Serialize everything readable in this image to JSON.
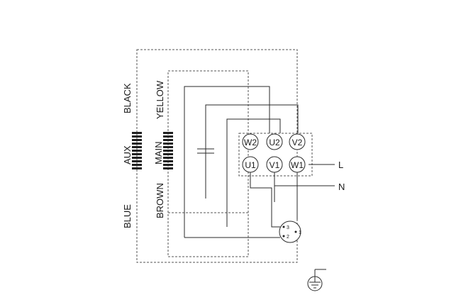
{
  "labels": {
    "black": "BLACK",
    "aux": "AUX",
    "blue": "BLUE",
    "yellow": "YELLOW",
    "main": "MAIN",
    "brown": "BROWN"
  },
  "terminals": {
    "top": [
      "W2",
      "U2",
      "V2"
    ],
    "bottom": [
      "U1",
      "V1",
      "W1"
    ]
  },
  "lines": {
    "l": "L",
    "n": "N"
  },
  "switch_pins": {
    "p3": "3",
    "p2": "2",
    "p1": "1"
  }
}
